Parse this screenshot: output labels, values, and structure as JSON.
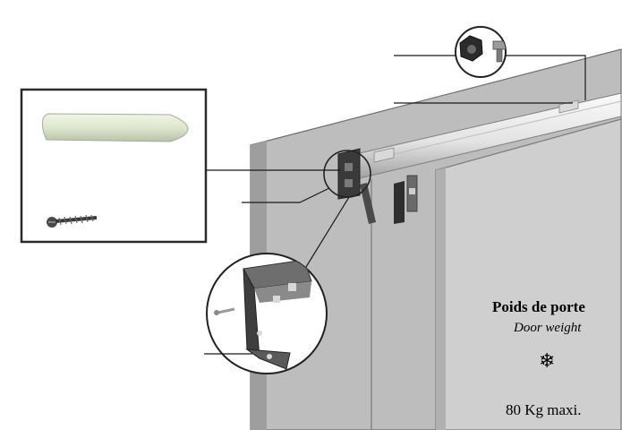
{
  "spec": {
    "title": "Poids de porte",
    "subtitle": "Door weight",
    "icon": "snowflake-icon",
    "icon_glyph": "❄",
    "max_weight": "80 Kg maxi."
  },
  "colors": {
    "panel_edge": "#7a7a7a",
    "wall_gray": "#bdbdbd",
    "door_gray": "#cfcfcf",
    "rail_light": "#ececec",
    "rail_dark": "#8c8c8c",
    "callout_line": "#1a1a1a",
    "dowel_green": "#dfe6cf"
  }
}
